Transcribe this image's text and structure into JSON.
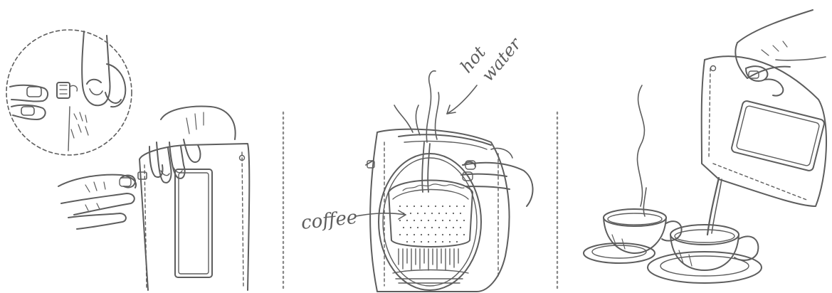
{
  "panels": [
    {
      "id": "open-valve"
    },
    {
      "id": "pour-water",
      "labels": {
        "hot": "hot",
        "water": "water",
        "coffee": "coffee"
      }
    },
    {
      "id": "serve"
    }
  ],
  "colors": {
    "ink": "#5d5d5d",
    "divider": "#8a8a8a",
    "paper": "#ffffff"
  }
}
